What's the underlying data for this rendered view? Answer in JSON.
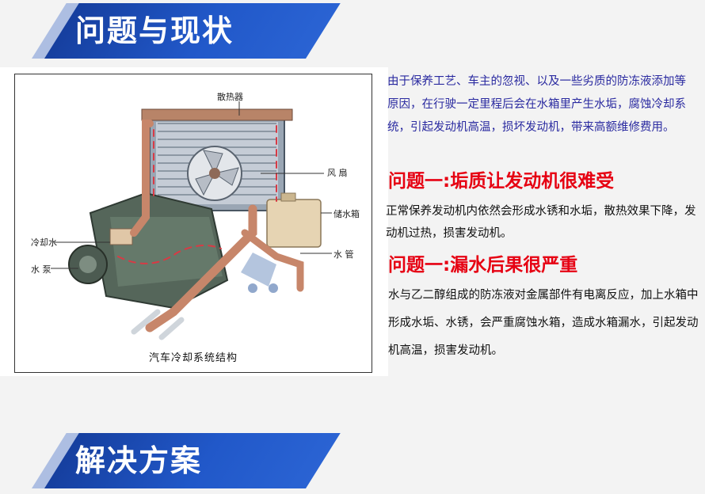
{
  "banners": {
    "problem": "问题与现状",
    "solution": "解决方案"
  },
  "figure": {
    "caption": "汽车冷却系统结构",
    "labels": {
      "radiator": "散热器",
      "fan": "风 扇",
      "reservoir": "储水箱",
      "hose": "水 管",
      "coolant": "冷却水",
      "pump": "水 泵"
    }
  },
  "intro": "由于保养工艺、车主的忽视、以及一些劣质的防冻液添加等原因，在行驶一定里程后会在水箱里产生水垢，腐蚀冷却系统，引起发动机高温，损坏发动机，带来高额维修费用。",
  "problems": [
    {
      "title": "问题一:垢质让发动机很难受",
      "text": "正常保养发动机内依然会形成水锈和水垢，散热效果下降，发动机过热，损害发动机。"
    },
    {
      "title": "问题一:漏水后果很严重",
      "text": "水与乙二醇组成的防冻液对金属部件有电离反应，加上水箱中形成水垢、水锈，会严重腐蚀水箱，造成水箱漏水，引起发动机高温，损害发动机。"
    }
  ],
  "colors": {
    "banner": "#2158c9",
    "problem_title": "#e60012",
    "intro_text": "#2a2aa0"
  }
}
